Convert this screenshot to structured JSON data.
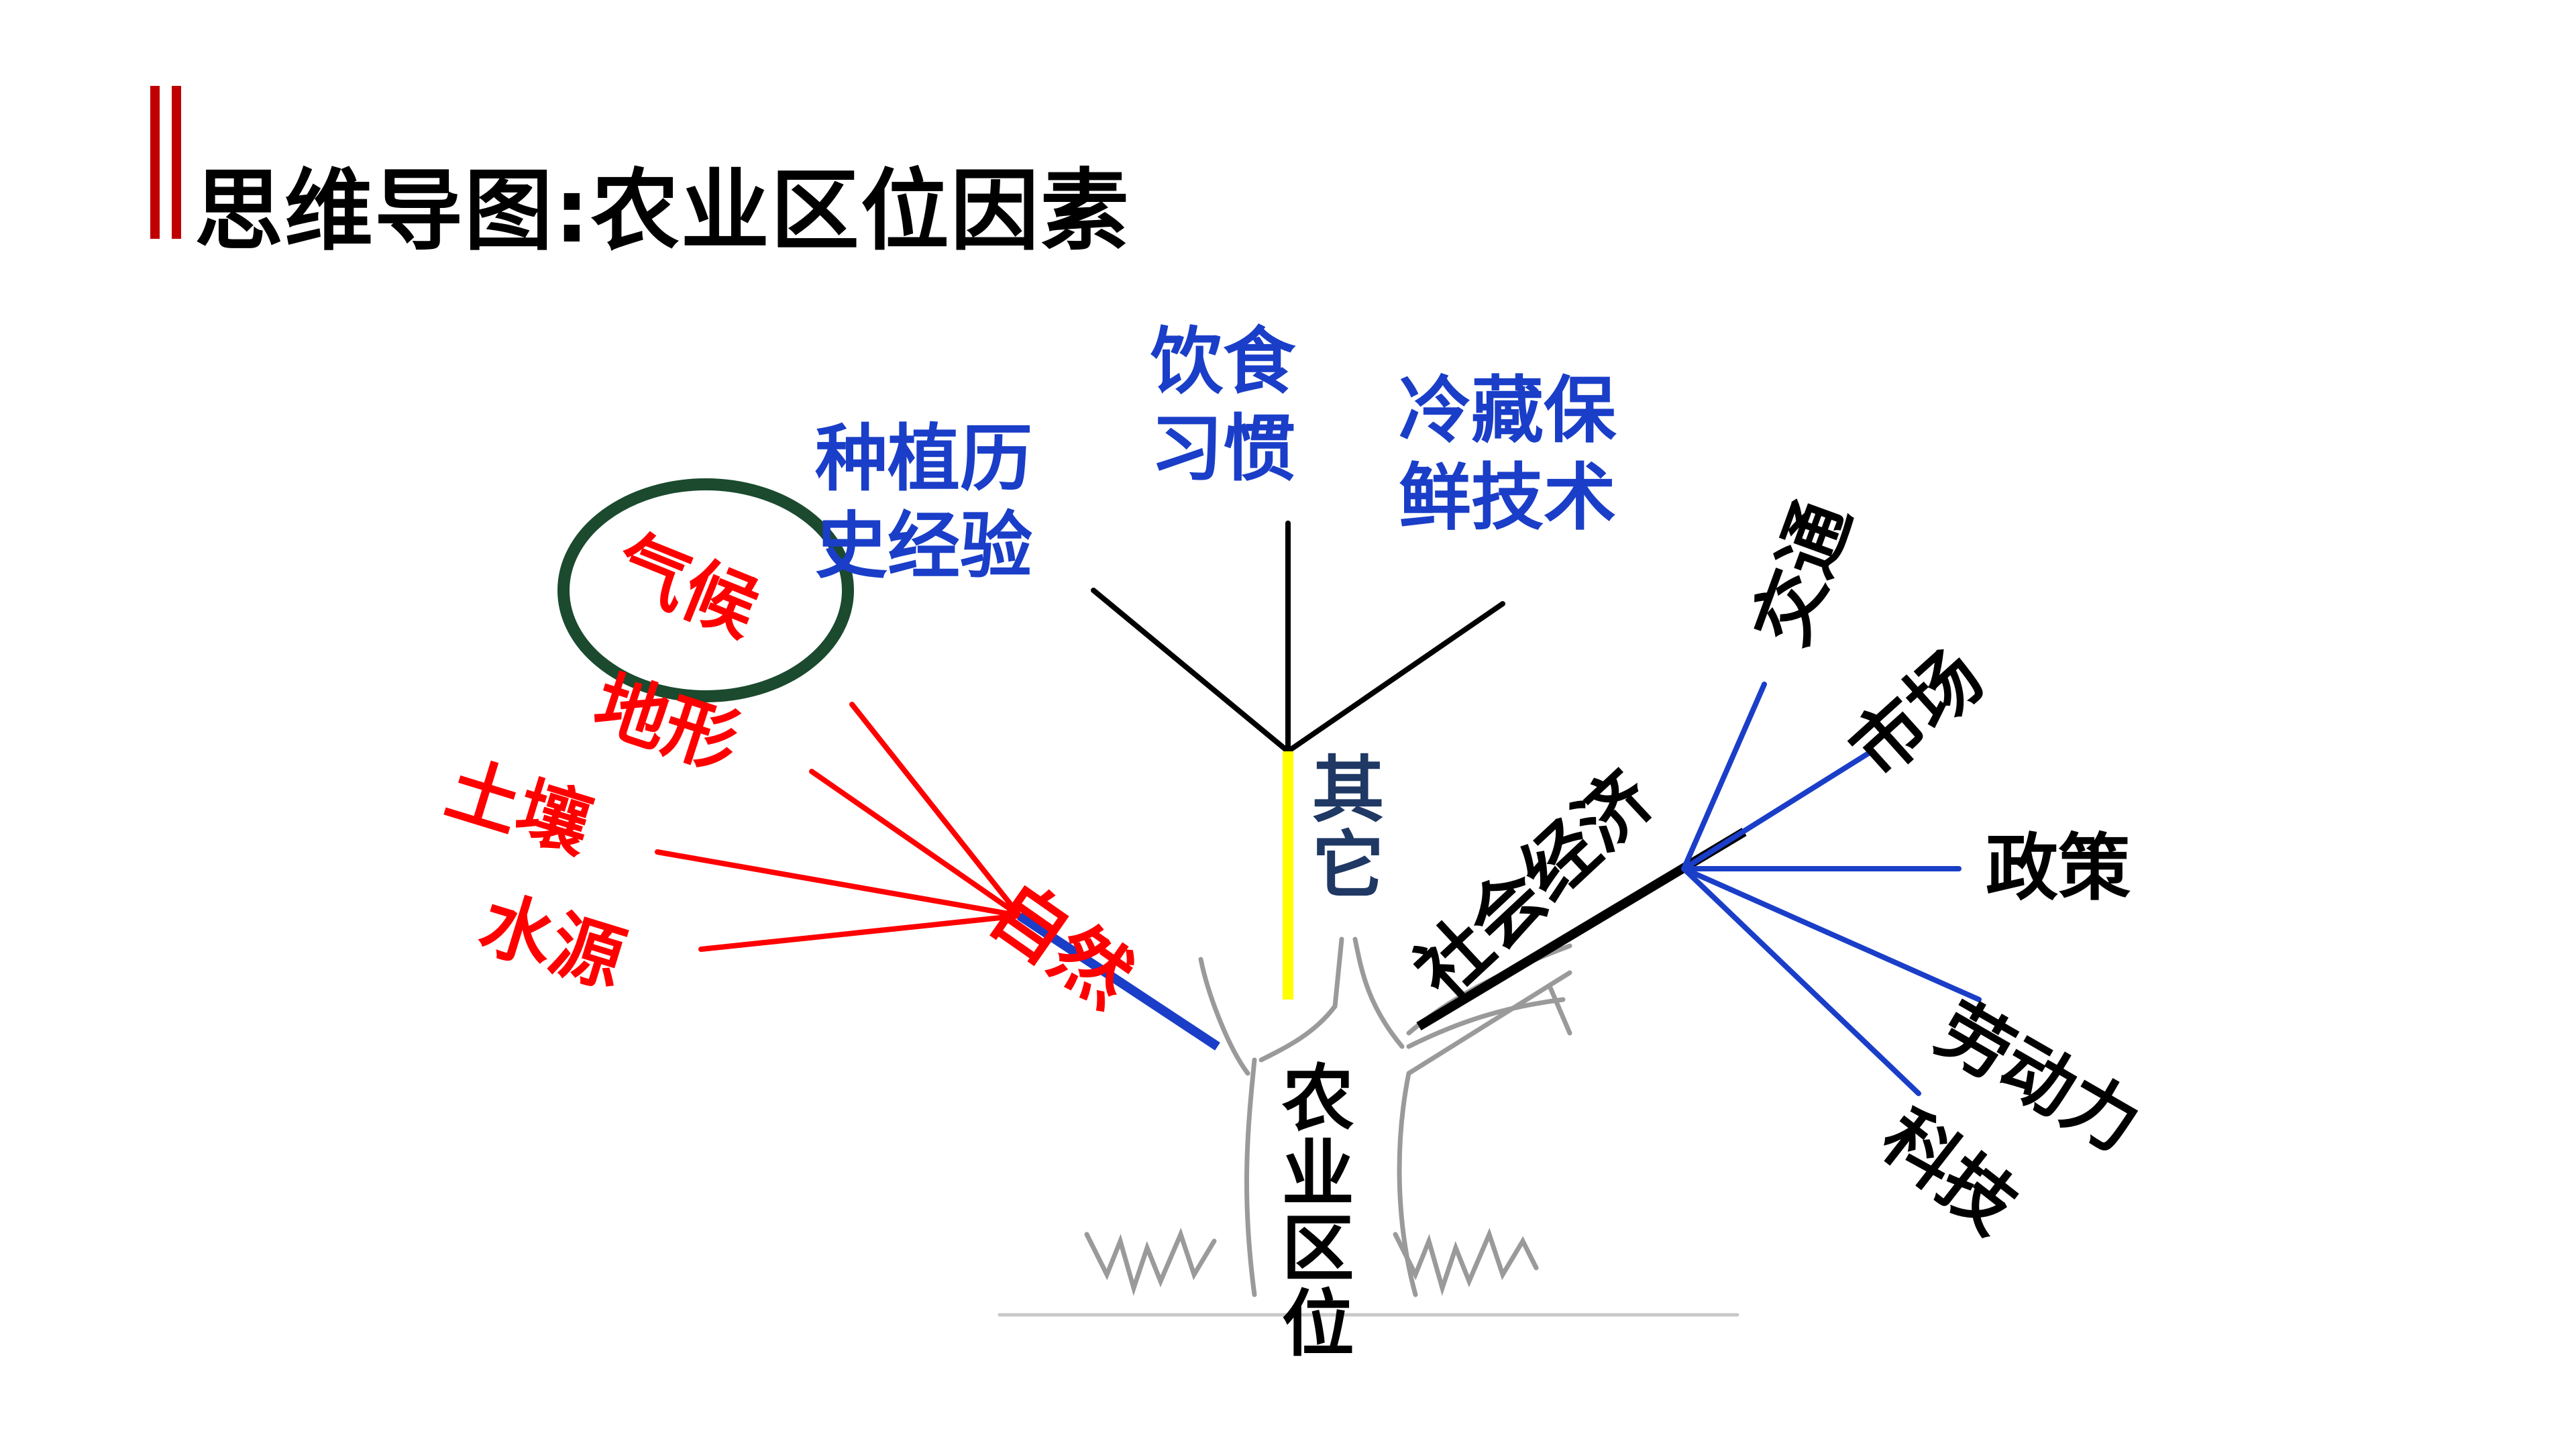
{
  "page": {
    "title": "思维导图:农业区位因素"
  },
  "diagram": {
    "root": "农业区位",
    "branches": {
      "natural": {
        "label": "自然",
        "color": "#ff0000",
        "factors": [
          "气候",
          "地形",
          "土壤",
          "水源"
        ],
        "highlighted": "气候"
      },
      "other": {
        "label": "其它",
        "color": "#1f3864",
        "factors": [
          "种植历史经验",
          "饮食习惯",
          "冷藏保鲜技术"
        ]
      },
      "socio_economic": {
        "label": "社会经济",
        "color": "#000000",
        "factors": [
          "交通",
          "市场",
          "政策",
          "劳动力",
          "科技"
        ]
      }
    }
  },
  "colors": {
    "accent_bar": "#c00000",
    "natural": "#ff0000",
    "other_factors": "#1a3ec8",
    "highlight_circle": "#1b4a2e",
    "other_stem": "#ffff00",
    "social_lines": "#1a3ec8"
  }
}
